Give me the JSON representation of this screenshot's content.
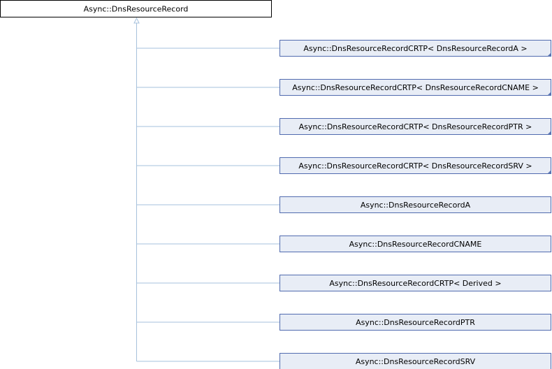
{
  "diagram": {
    "base_class": "Async::DnsResourceRecord",
    "derived_classes": [
      {
        "label": "Async::DnsResourceRecordCRTP< DnsResourceRecordA >",
        "has_more_marker": true
      },
      {
        "label": "Async::DnsResourceRecordCRTP< DnsResourceRecordCNAME >",
        "has_more_marker": true
      },
      {
        "label": "Async::DnsResourceRecordCRTP< DnsResourceRecordPTR >",
        "has_more_marker": true
      },
      {
        "label": "Async::DnsResourceRecordCRTP< DnsResourceRecordSRV >",
        "has_more_marker": true
      },
      {
        "label": "Async::DnsResourceRecordA",
        "has_more_marker": false
      },
      {
        "label": "Async::DnsResourceRecordCNAME",
        "has_more_marker": false
      },
      {
        "label": "Async::DnsResourceRecordCRTP< Derived >",
        "has_more_marker": false
      },
      {
        "label": "Async::DnsResourceRecordPTR",
        "has_more_marker": false
      },
      {
        "label": "Async::DnsResourceRecordSRV",
        "has_more_marker": false
      }
    ],
    "colors": {
      "base_fill": "#ffffff",
      "base_stroke": "#000000",
      "derived_fill": "#e8edf6",
      "derived_stroke": "#516baf",
      "edge": "#a6c1dc",
      "more_marker": "#5a76b3"
    }
  }
}
